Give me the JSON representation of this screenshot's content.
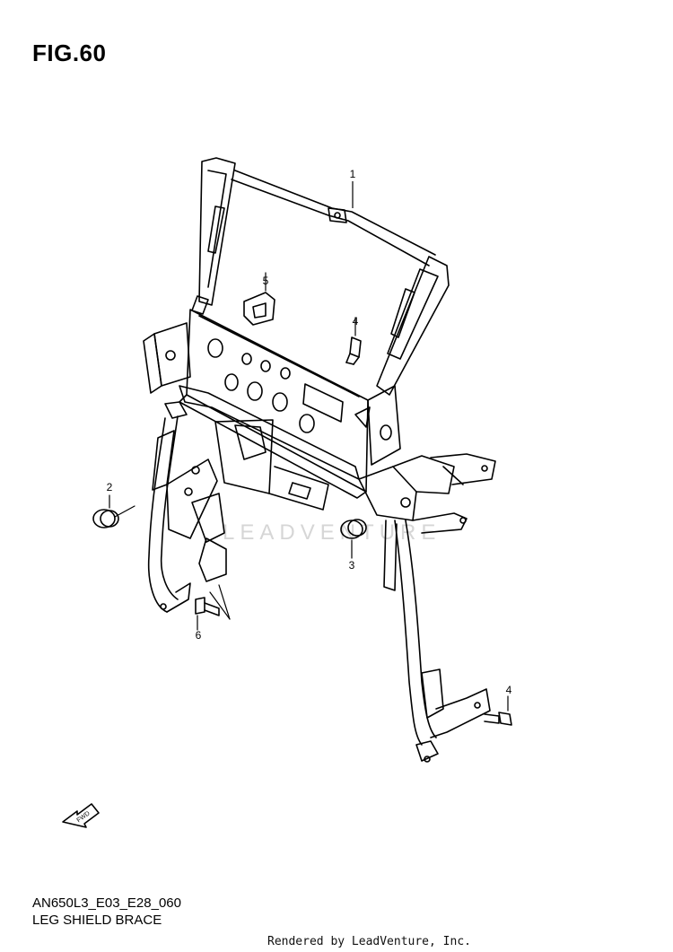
{
  "figure": {
    "title": "FIG.60",
    "model_code": "AN650L3_E03_E28_060",
    "section_name": "LEG SHIELD BRACE"
  },
  "callouts": [
    {
      "number": "1"
    },
    {
      "number": "2"
    },
    {
      "number": "3"
    },
    {
      "number": "4"
    },
    {
      "number": "4"
    },
    {
      "number": "5"
    },
    {
      "number": "6"
    }
  ],
  "fwd_arrow_label": "FWD",
  "watermark": "LEADVENTURE",
  "footer": {
    "rendered_by": "Rendered by LeadVenture, Inc."
  }
}
